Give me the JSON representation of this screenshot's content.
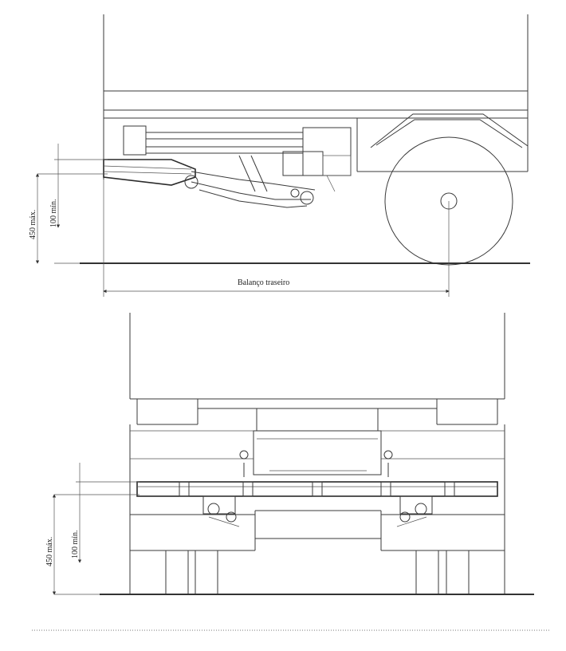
{
  "side_view": {
    "dimension_labels": {
      "max_height": "450 máx.",
      "min_height": "100 mín.",
      "rear_overhang": "Balanço traseiro"
    }
  },
  "rear_view": {
    "dimension_labels": {
      "max_height": "450 máx.",
      "min_height": "100 mín."
    }
  }
}
